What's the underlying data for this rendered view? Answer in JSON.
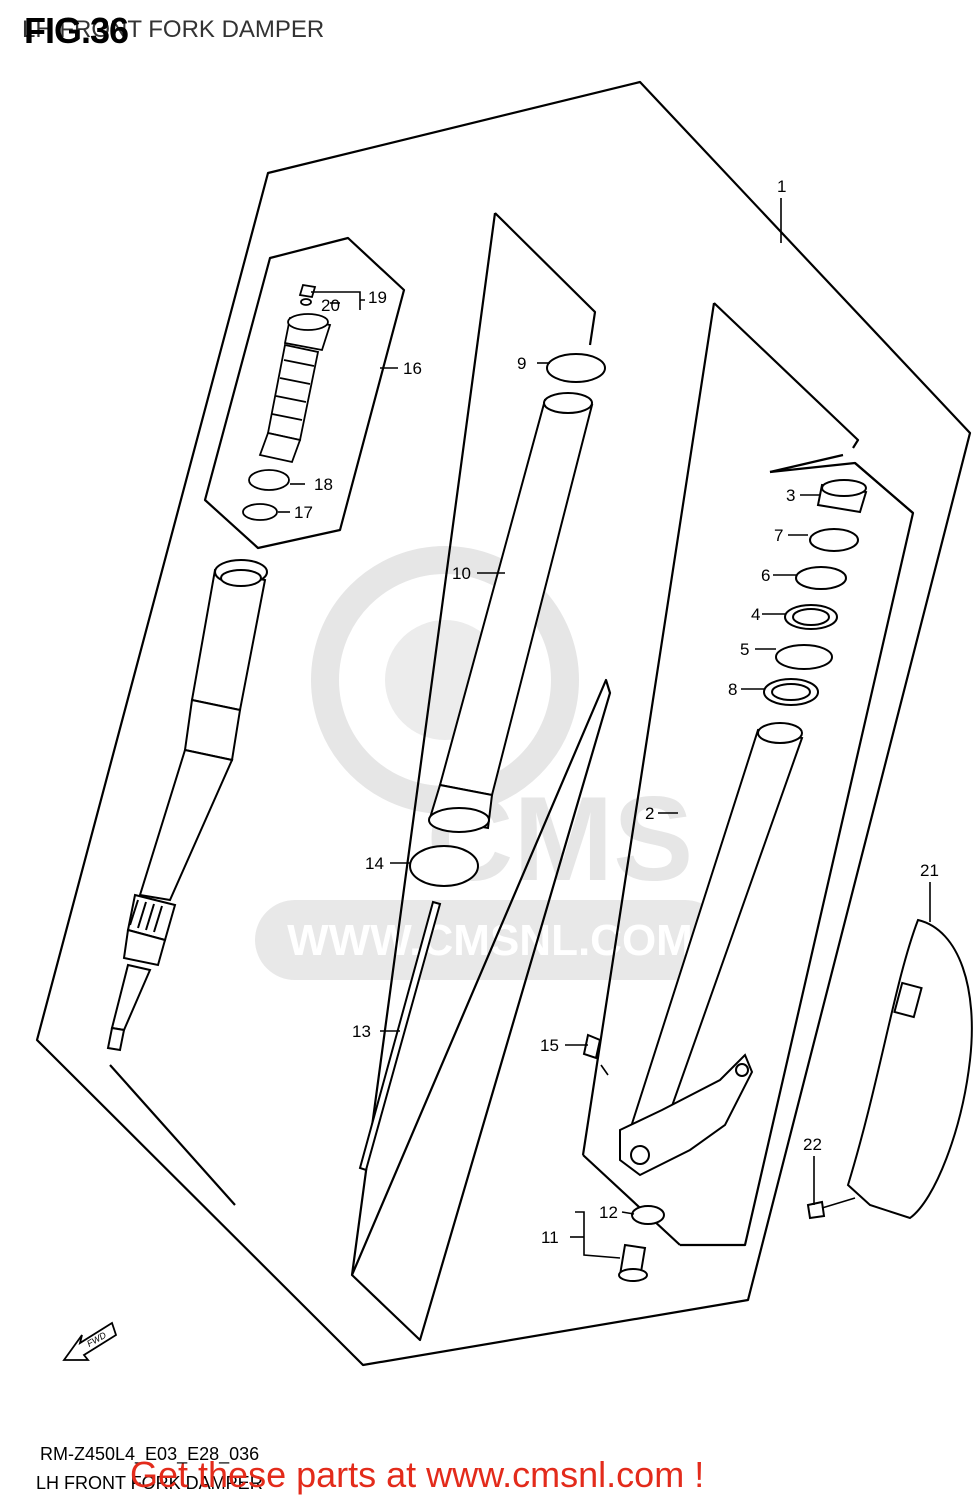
{
  "header": {
    "figure": "FIG.36",
    "subtitle": "LH FRONT FORK DAMPER"
  },
  "watermark": {
    "text": "WWW.CMSNL.COM",
    "logo_text": "CMS"
  },
  "footer": {
    "code": "RM-Z450L4_E03_E28_036",
    "subtitle": "LH FRONT FORK DAMPER",
    "cta": "Get these parts at www.cmsnl.com !"
  },
  "fwd_label": "FWD",
  "callouts": {
    "c1": "1",
    "c2": "2",
    "c3": "3",
    "c4": "4",
    "c5": "5",
    "c6": "6",
    "c7": "7",
    "c8": "8",
    "c9": "9",
    "c10": "10",
    "c11": "11",
    "c12": "12",
    "c13": "13",
    "c14": "14",
    "c15": "15",
    "c16": "16",
    "c17": "17",
    "c18": "18",
    "c19": "19",
    "c20": "20",
    "c21": "21",
    "c22": "22"
  },
  "colors": {
    "line": "#000000",
    "watermark": "#e3e3e3",
    "cta": "#e32b1b"
  }
}
